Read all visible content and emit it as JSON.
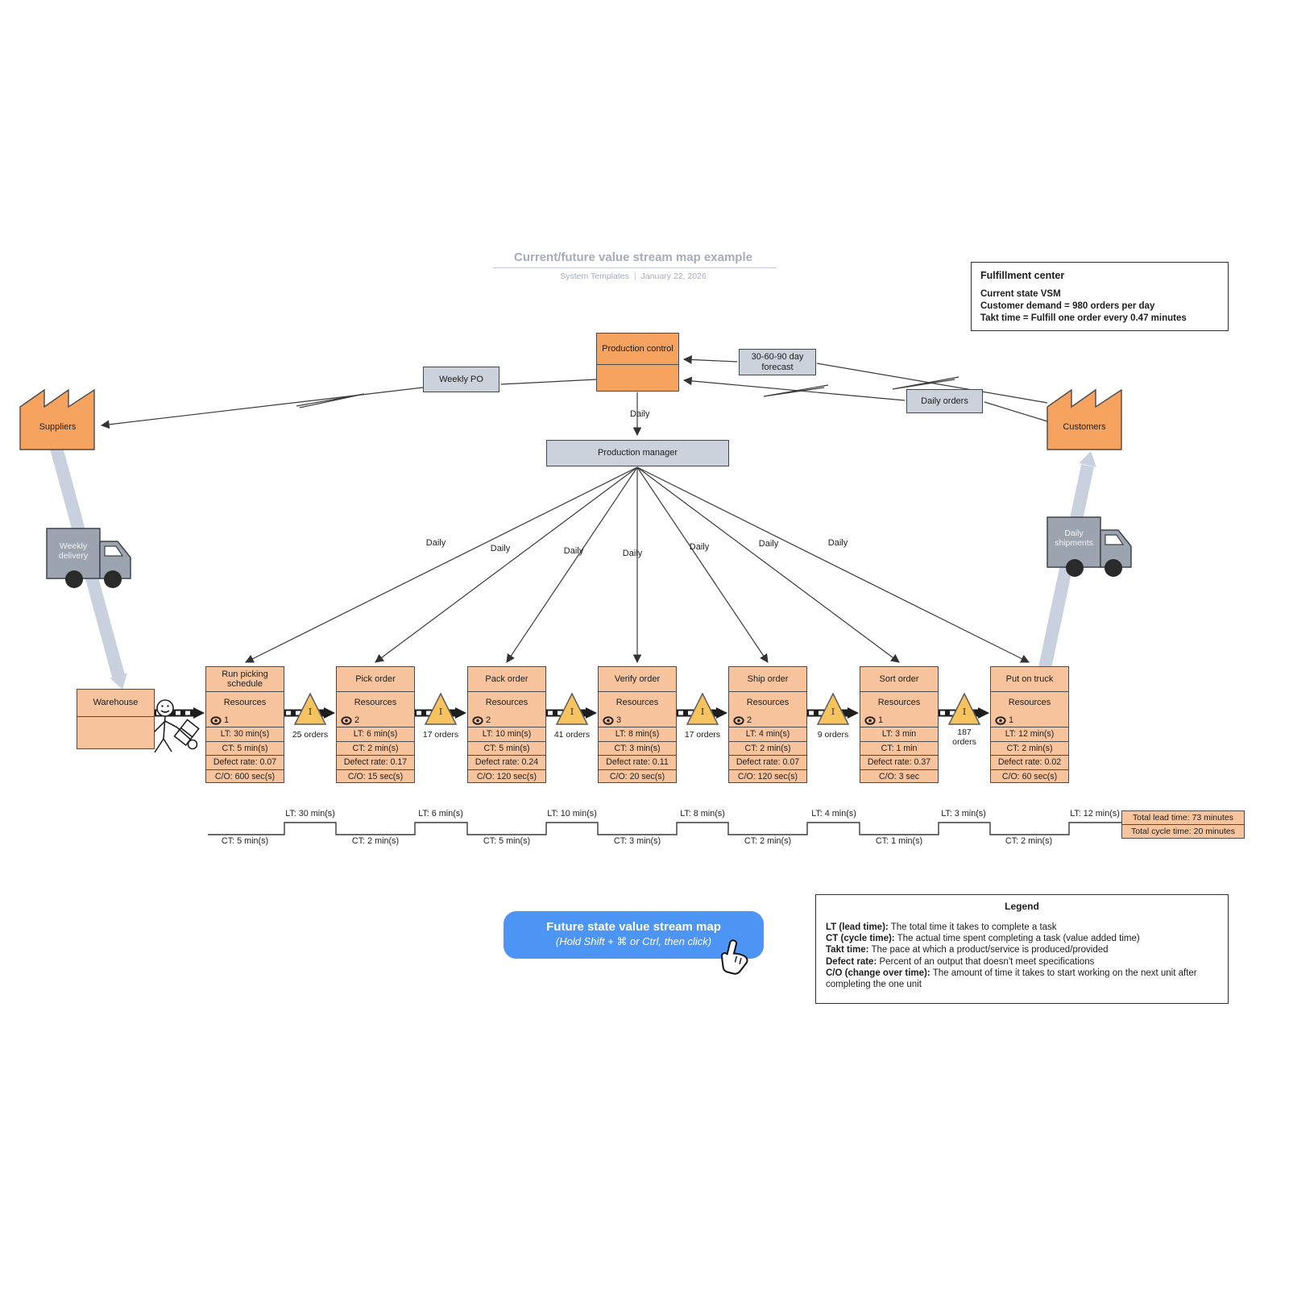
{
  "page": {
    "title": "Current/future value stream map example",
    "byline": "System Templates",
    "separator": "|",
    "date": "January 22, 2026"
  },
  "info_card": {
    "title": "Fulfillment center",
    "line1": "Current state VSM",
    "line2": "Customer demand = 980 orders per day",
    "line3": "Takt time = Fulfill one order every  0.47 minutes"
  },
  "nodes": {
    "production_control": "Production control",
    "production_manager": "Production manager",
    "weekly_po": "Weekly PO",
    "forecast": "30-60-90 day forecast",
    "daily_orders": "Daily orders",
    "suppliers": "Suppliers",
    "customers": "Customers",
    "warehouse": "Warehouse",
    "weekly_delivery": "Weekly delivery",
    "daily_shipments": "Daily shipments",
    "daily_label": "Daily"
  },
  "inventory_symbol": "I",
  "processes": [
    {
      "title": "Run picking schedule",
      "res": "Resources",
      "count": "1",
      "lt": "LT: 30 min(s)",
      "ct": "CT: 5 min(s)",
      "defect": "Defect rate: 0.07",
      "co": "C/O: 600 sec(s)"
    },
    {
      "title": "Pick order",
      "res": "Resources",
      "count": "2",
      "lt": "LT: 6 min(s)",
      "ct": "CT: 2 min(s)",
      "defect": "Defect rate: 0.17",
      "co": "C/O: 15 sec(s)"
    },
    {
      "title": "Pack order",
      "res": "Resources",
      "count": "2",
      "lt": "LT: 10 min(s)",
      "ct": "CT: 5 min(s)",
      "defect": "Defect rate: 0.24",
      "co": "C/O: 120 sec(s)"
    },
    {
      "title": "Verify order",
      "res": "Resources",
      "count": "3",
      "lt": "LT: 8 min(s)",
      "ct": "CT: 3 min(s)",
      "defect": "Defect rate: 0.11",
      "co": "C/O: 20 sec(s)"
    },
    {
      "title": "Ship order",
      "res": "Resources",
      "count": "2",
      "lt": "LT: 4 min(s)",
      "ct": "CT: 2 min(s)",
      "defect": "Defect rate: 0.07",
      "co": "C/O: 120 sec(s)"
    },
    {
      "title": "Sort order",
      "res": "Resources",
      "count": "1",
      "lt": "LT: 3 min",
      "ct": "CT: 1 min",
      "defect": "Defect rate: 0.37",
      "co": "C/O: 3 sec"
    },
    {
      "title": "Put on truck",
      "res": "Resources",
      "count": "1",
      "lt": "LT: 12 min(s)",
      "ct": "CT: 2 min(s)",
      "defect": "Defect rate: 0.02",
      "co": "C/O: 60 sec(s)"
    }
  ],
  "inventories": [
    "25 orders",
    "17 orders",
    "41 orders",
    "17 orders",
    "9 orders",
    "187 orders"
  ],
  "timeline": {
    "lt": [
      "LT: 30 min(s)",
      "LT: 6 min(s)",
      "LT: 10 min(s)",
      "LT: 8 min(s)",
      "LT: 4 min(s)",
      "LT: 3 min(s)",
      "LT: 12 min(s)"
    ],
    "ct": [
      "CT: 5 min(s)",
      "CT: 2 min(s)",
      "CT: 5 min(s)",
      "CT: 3 min(s)",
      "CT: 2 min(s)",
      "CT: 1 min(s)",
      "CT: 2 min(s)"
    ],
    "total_lead": "Total lead time: 73 minutes",
    "total_cycle": "Total cycle time: 20 minutes"
  },
  "legend": {
    "title": "Legend",
    "entries": [
      {
        "term": "LT (lead time):",
        "def": " The total time it takes to complete a task"
      },
      {
        "term": "CT (cycle time):",
        "def": " The actual time spent completing a task (value added time)"
      },
      {
        "term": "Takt time:",
        "def": " The pace at which a product/service is produced/provided"
      },
      {
        "term": "Defect rate:",
        "def": " Percent of an output that doesn't meet specifications"
      },
      {
        "term": "C/O (change over time):",
        "def": " The amount of time it takes to start working on the next unit after completing the one unit"
      }
    ]
  },
  "button": {
    "title": "Future state value stream map",
    "subtitle": "(Hold Shift + ⌘ or Ctrl, then click)"
  },
  "colors": {
    "orange": "#F5A35E",
    "peach": "#F8C49E",
    "gray_node": "#CBD2DB",
    "triangle_yellow": "#F6C35F",
    "flow_arrow_gray": "#C9D1DE",
    "button_blue": "#4D95F5",
    "truck_gray": "#9CA4AF",
    "title_gray": "#A6ACB8"
  }
}
